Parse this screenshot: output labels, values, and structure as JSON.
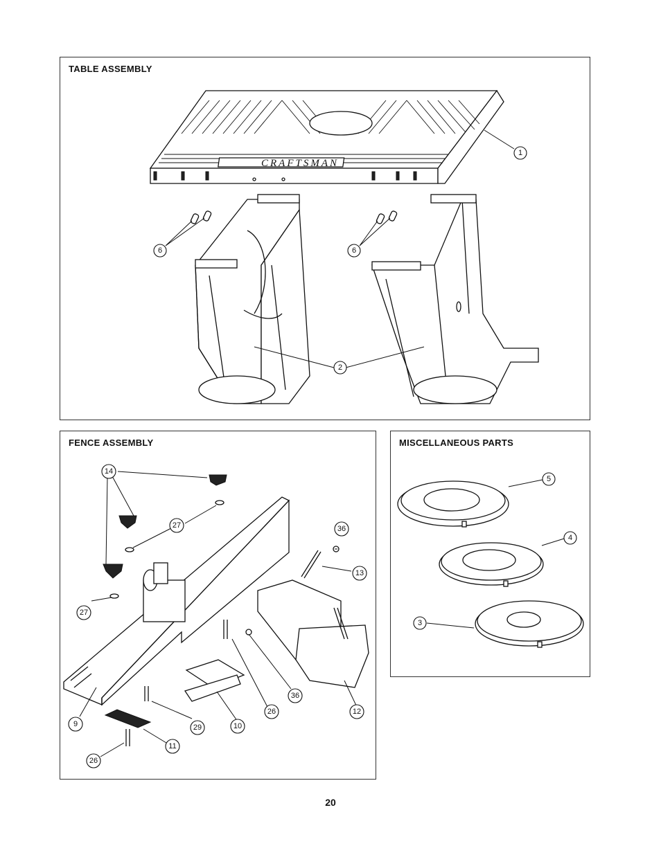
{
  "sections": {
    "table": {
      "title": "TABLE ASSEMBLY"
    },
    "fence": {
      "title": "FENCE ASSEMBLY"
    },
    "misc": {
      "title": "MISCELLANEOUS PARTS"
    }
  },
  "brand_logo_text": "CRAFTSMAN",
  "callouts": {
    "table": [
      "1",
      "6",
      "6",
      "2"
    ],
    "fence": [
      "14",
      "27",
      "27",
      "36",
      "13",
      "9",
      "29",
      "10",
      "26",
      "36",
      "12",
      "11",
      "26"
    ],
    "misc": [
      "5",
      "4",
      "3"
    ]
  },
  "page_number": "20"
}
